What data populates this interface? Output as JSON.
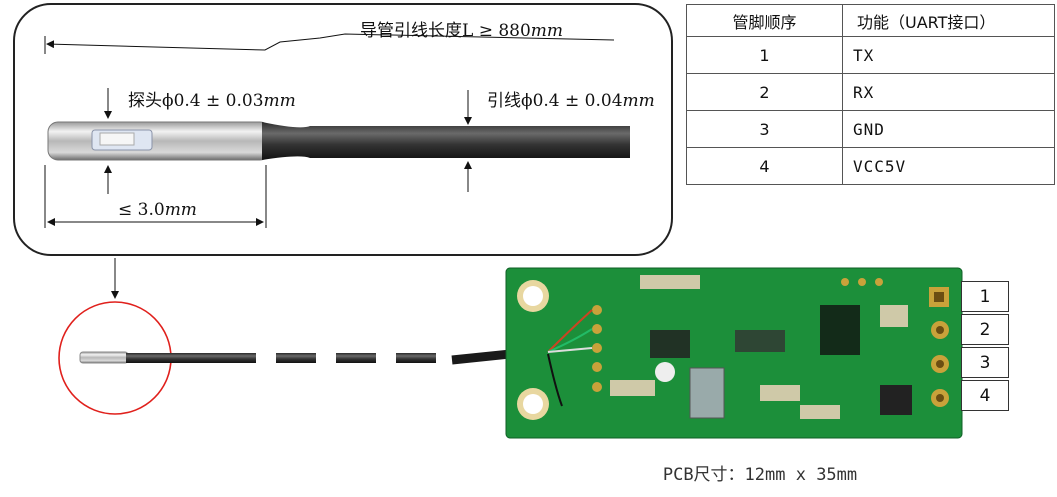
{
  "probe": {
    "lead_length_label": "导管引线长度L ≥ 880",
    "lead_length_unit": "mm",
    "probe_diameter_label": "探头ϕ0.4 ± 0.03",
    "probe_diameter_unit": "mm",
    "wire_diameter_label": "引线ϕ0.4 ± 0.04",
    "wire_diameter_unit": "mm",
    "probe_length_label": "≤ 3.0",
    "probe_length_unit": "mm"
  },
  "pin_table": {
    "headers": [
      "管脚顺序",
      "功能（UART接口）"
    ],
    "rows": [
      {
        "pin": "1",
        "function": "TX"
      },
      {
        "pin": "2",
        "function": "RX"
      },
      {
        "pin": "3",
        "function": "GND"
      },
      {
        "pin": "4",
        "function": "VCC5V"
      }
    ]
  },
  "pcb": {
    "pin_labels": [
      "1",
      "2",
      "3",
      "4"
    ],
    "caption": "PCB尺寸：12mm x 35mm",
    "board_color": "#1c8f3a",
    "pad_color": "#c9a23a"
  }
}
